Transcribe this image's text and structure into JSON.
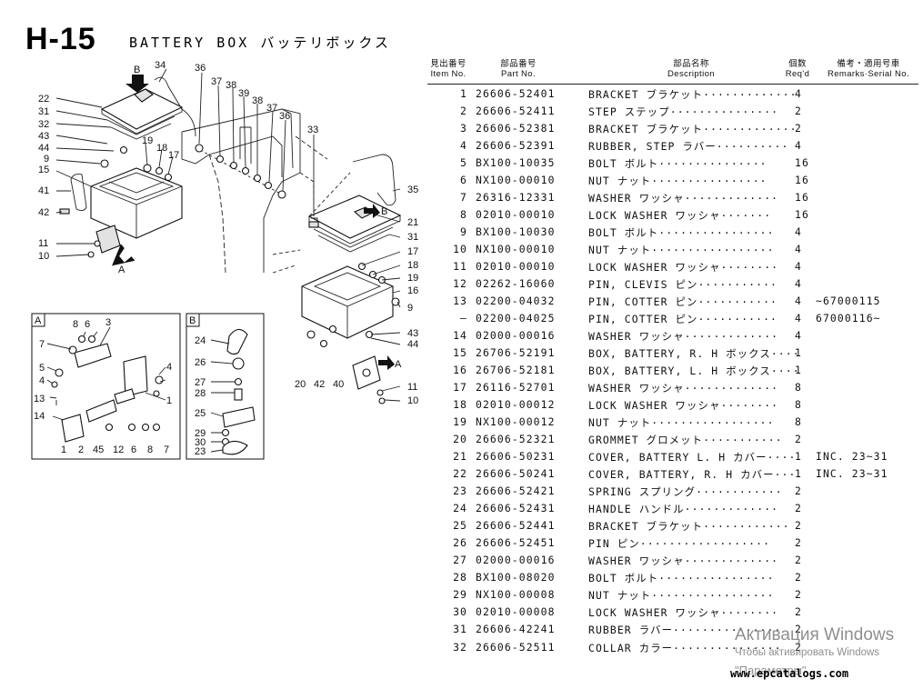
{
  "title": "H-15",
  "subtitle": "BATTERY BOX  バッテリボックス",
  "table_header": {
    "item": [
      "見出番号",
      "Item No."
    ],
    "part": [
      "部品番号",
      "Part No."
    ],
    "desc": [
      "部品名称",
      "Description"
    ],
    "qty": [
      "個数",
      "Req'd"
    ],
    "remarks": [
      "備考・適用号車",
      "Remarks·Serial No."
    ]
  },
  "rows": [
    {
      "item": "1",
      "part": "26606-52401",
      "desc": "BRACKET ブラケット·············",
      "qty": "4",
      "rem": ""
    },
    {
      "item": "2",
      "part": "26606-52411",
      "desc": "STEP ステップ···············",
      "qty": "2",
      "rem": ""
    },
    {
      "item": "3",
      "part": "26606-52381",
      "desc": "BRACKET ブラケット·············",
      "qty": "2",
      "rem": ""
    },
    {
      "item": "4",
      "part": "26606-52391",
      "desc": "RUBBER, STEP ラバー··········",
      "qty": "4",
      "rem": ""
    },
    {
      "item": "5",
      "part": "BX100-10035",
      "desc": "BOLT ボルト···············",
      "qty": "16",
      "rem": ""
    },
    {
      "item": "6",
      "part": "NX100-00010",
      "desc": "NUT ナット················",
      "qty": "16",
      "rem": ""
    },
    {
      "item": "7",
      "part": "26316-12331",
      "desc": "WASHER ワッシャ·············",
      "qty": "16",
      "rem": ""
    },
    {
      "item": "8",
      "part": "02010-00010",
      "desc": "LOCK WASHER ワッシャ·······",
      "qty": "16",
      "rem": ""
    },
    {
      "item": "9",
      "part": "BX100-10030",
      "desc": "BOLT ボルト················",
      "qty": "4",
      "rem": ""
    },
    {
      "item": "10",
      "part": "NX100-00010",
      "desc": "NUT ナット·················",
      "qty": "4",
      "rem": ""
    },
    {
      "item": "11",
      "part": "02010-00010",
      "desc": "LOCK WASHER ワッシャ········",
      "qty": "4",
      "rem": ""
    },
    {
      "item": "12",
      "part": "02262-16060",
      "desc": "PIN, CLEVIS ピン···········",
      "qty": "4",
      "rem": ""
    },
    {
      "item": "13",
      "part": "02200-04032",
      "desc": "PIN, COTTER ピン···········",
      "qty": "4",
      "rem": "~67000115"
    },
    {
      "item": "—",
      "part": "02200-04025",
      "desc": "PIN, COTTER ピン···········",
      "qty": "4",
      "rem": "67000116~"
    },
    {
      "item": "14",
      "part": "02000-00016",
      "desc": "WASHER ワッシャ·············",
      "qty": "4",
      "rem": ""
    },
    {
      "item": "15",
      "part": "26706-52191",
      "desc": "BOX, BATTERY, R. H ボックス····",
      "qty": "1",
      "rem": ""
    },
    {
      "item": "16",
      "part": "26706-52181",
      "desc": "BOX, BATTERY, L. H ボックス····",
      "qty": "1",
      "rem": ""
    },
    {
      "item": "17",
      "part": "26116-52701",
      "desc": "WASHER ワッシャ·············",
      "qty": "8",
      "rem": ""
    },
    {
      "item": "18",
      "part": "02010-00012",
      "desc": "LOCK WASHER ワッシャ········",
      "qty": "8",
      "rem": ""
    },
    {
      "item": "19",
      "part": "NX100-00012",
      "desc": "NUT ナット·················",
      "qty": "8",
      "rem": ""
    },
    {
      "item": "20",
      "part": "26606-52321",
      "desc": "GROMMET グロメット···········",
      "qty": "2",
      "rem": ""
    },
    {
      "item": "21",
      "part": "26606-50231",
      "desc": "COVER, BATTERY L. H カバー····",
      "qty": "1",
      "rem": "INC. 23~31"
    },
    {
      "item": "22",
      "part": "26606-50241",
      "desc": "COVER, BATTERY, R. H カバー···",
      "qty": "1",
      "rem": "INC. 23~31"
    },
    {
      "item": "23",
      "part": "26606-52421",
      "desc": "SPRING スプリング············",
      "qty": "2",
      "rem": ""
    },
    {
      "item": "24",
      "part": "26606-52431",
      "desc": "HANDLE ハンドル·············",
      "qty": "2",
      "rem": ""
    },
    {
      "item": "25",
      "part": "26606-52441",
      "desc": "BRACKET ブラケット············",
      "qty": "2",
      "rem": ""
    },
    {
      "item": "26",
      "part": "26606-52451",
      "desc": "PIN ピン··················",
      "qty": "2",
      "rem": ""
    },
    {
      "item": "27",
      "part": "02000-00016",
      "desc": "WASHER ワッシャ·············",
      "qty": "2",
      "rem": ""
    },
    {
      "item": "28",
      "part": "BX100-08020",
      "desc": "BOLT ボルト················",
      "qty": "2",
      "rem": ""
    },
    {
      "item": "29",
      "part": "NX100-00008",
      "desc": "NUT ナット·················",
      "qty": "2",
      "rem": ""
    },
    {
      "item": "30",
      "part": "02010-00008",
      "desc": "LOCK WASHER ワッシャ········",
      "qty": "2",
      "rem": ""
    },
    {
      "item": "31",
      "part": "26606-42241",
      "desc": "RUBBER ラバー···············",
      "qty": "2",
      "rem": ""
    },
    {
      "item": "32",
      "part": "26606-52511",
      "desc": "COLLAR カラー···············",
      "qty": "2",
      "rem": ""
    }
  ],
  "diagram": {
    "main_callouts": [
      "34",
      "36",
      "37",
      "38",
      "39",
      "38",
      "37",
      "36",
      "33",
      "22",
      "31",
      "32",
      "43",
      "44",
      "19",
      "18",
      "17",
      "9",
      "15",
      "41",
      "42",
      "11",
      "10",
      "35",
      "21",
      "31",
      "17",
      "18",
      "19",
      "16",
      "9",
      "43",
      "44",
      "20",
      "42",
      "40",
      "11",
      "10"
    ],
    "arrow_labels": [
      "B",
      "A",
      "B",
      "A"
    ],
    "inset_a_label": "A",
    "inset_a_callouts": [
      "8",
      "6",
      "3",
      "7",
      "5",
      "4",
      "4",
      "1",
      "13",
      "14",
      "1",
      "2",
      "45",
      "12",
      "6",
      "8",
      "7"
    ],
    "inset_b_label": "B",
    "inset_b_callouts": [
      "24",
      "26",
      "27",
      "28",
      "25",
      "29",
      "30",
      "23"
    ]
  },
  "watermark": {
    "line1": "Активация Windows",
    "line2": "Чтобы активировать Windows",
    "line3": "\"Параметры\""
  },
  "site_url": "www.epcatalogs.com"
}
